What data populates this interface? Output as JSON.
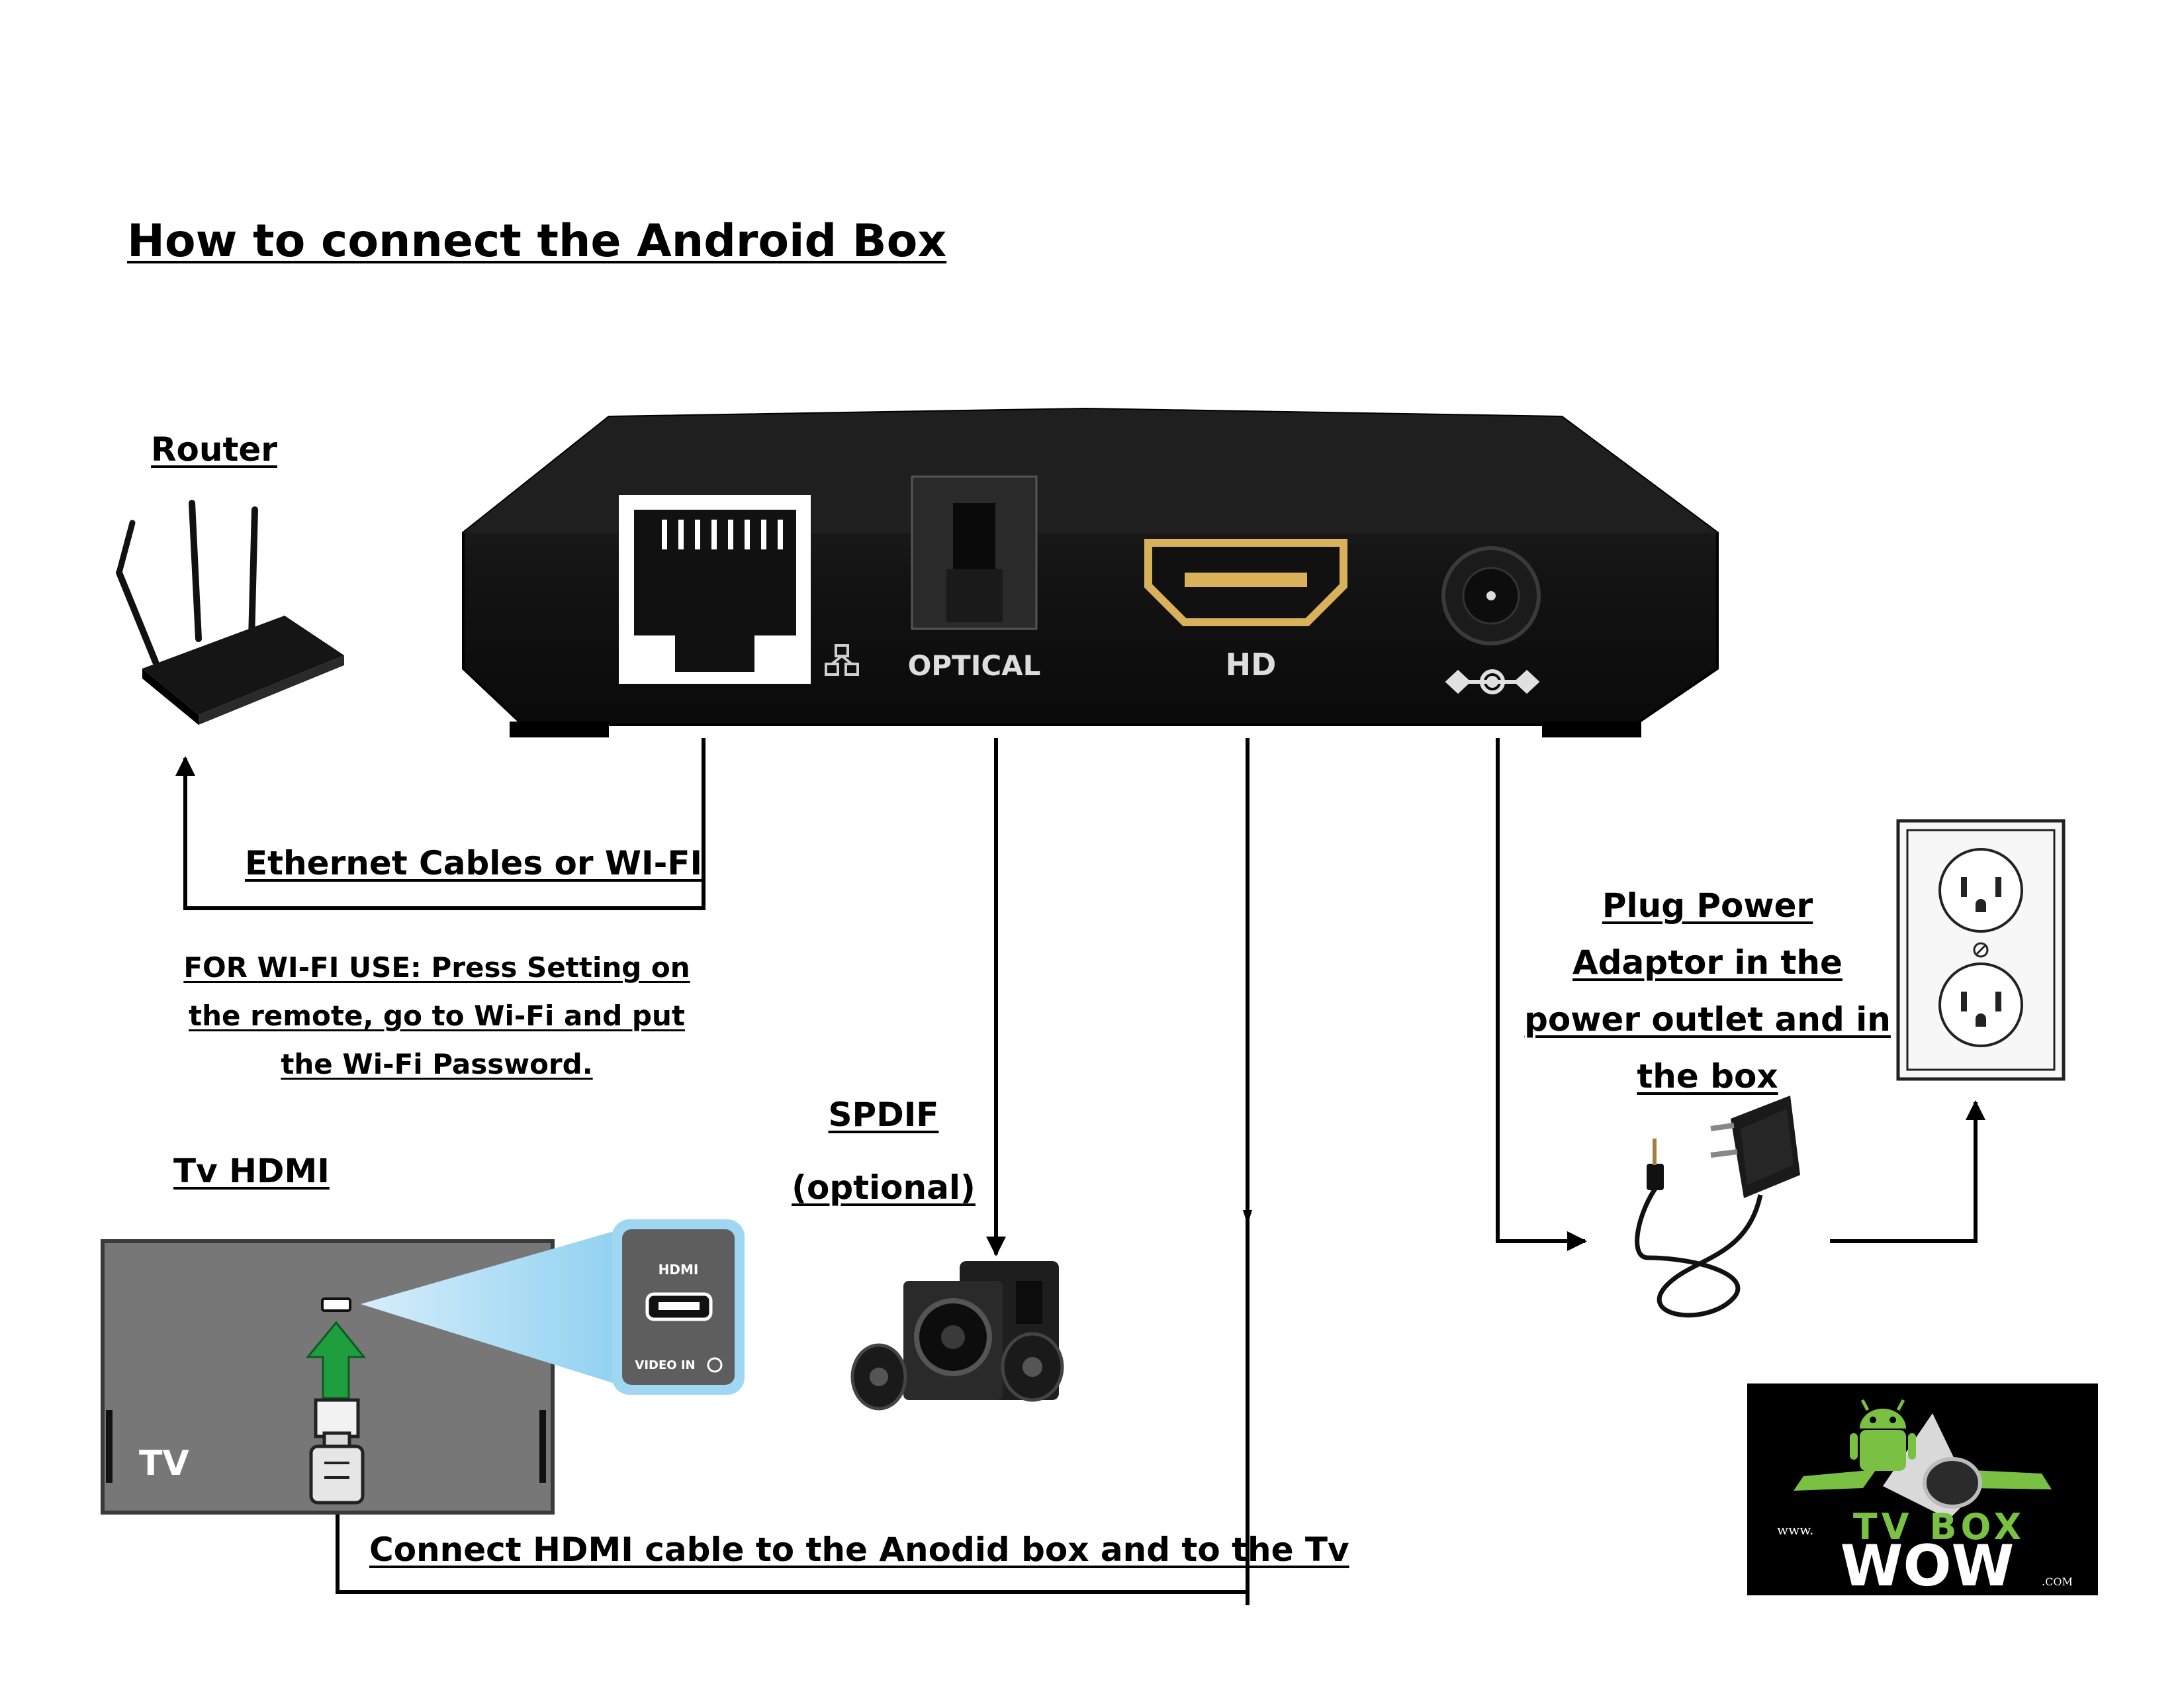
{
  "title": "How to connect the Android Box",
  "labels": {
    "router": "Router",
    "ethernet": "Ethernet Cables or WI-FI",
    "wifi_note": "FOR WI-FI USE: Press Setting on the remote, go to Wi-Fi and put the Wi-Fi Password.",
    "tv_hdmi": "Tv HDMI",
    "spdif": "SPDIF",
    "spdif_optional": "(optional)",
    "power_note": "Plug Power Adaptor in the power outlet and in the box",
    "hdmi_cable": "Connect HDMI cable to the Anodid box and to the Tv"
  },
  "box_ports": {
    "optical": "OPTICAL",
    "hd": "HD"
  },
  "tv_panel": {
    "tv_label": "TV",
    "hdmi_port": "HDMI",
    "video_in": "VIDEO IN"
  },
  "logo": {
    "www": "www.",
    "line1": "TV BOX",
    "line2": "WOW",
    "com": ".COM"
  },
  "colors": {
    "box": "#141414",
    "hdmi_gold": "#d8b15a",
    "tv_panel": "#777777",
    "callout_blue": "#a8d9f2",
    "arrow_green": "#1e9e3e",
    "logo_green": "#7ac143"
  }
}
